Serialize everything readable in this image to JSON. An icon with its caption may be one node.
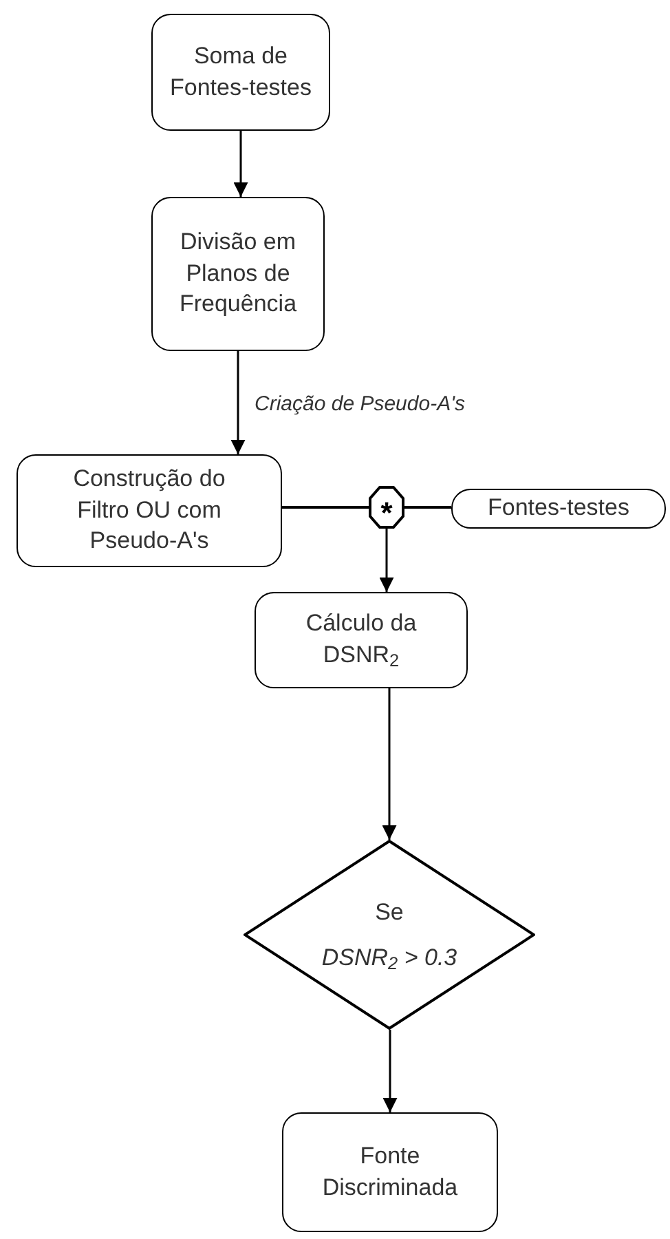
{
  "diagram": {
    "nodes": [
      {
        "text": [
          "Soma de Fontes-testes"
        ]
      },
      {
        "text": [
          "Divisão em Planos de Frequência"
        ]
      },
      {
        "text": [
          "Construção do Filtro OU com Pseudo-A's"
        ]
      },
      {
        "text": [
          "*"
        ]
      },
      {
        "text": [
          "Fontes-testes"
        ]
      },
      {
        "text": [
          "Cálculo da DSNR$_{2}$"
        ]
      },
      {
        "text": [
          "Se",
          "DSNR$_{2}$ > 0.3"
        ]
      },
      {
        "text": [
          "Fonte Discriminada"
        ]
      }
    ],
    "edges": [
      {
        "from": 0,
        "to": 1,
        "arrow": "to"
      },
      {
        "from": 1,
        "to": 2,
        "arrow": "to",
        "label": "Criação de Pseudo-A's"
      },
      {
        "from": 2,
        "to": 3,
        "arrow": "none"
      },
      {
        "from": 4,
        "to": 3,
        "arrow": "none"
      },
      {
        "from": 3,
        "to": 5,
        "arrow": "to"
      },
      {
        "from": 5,
        "to": 6,
        "arrow": "to"
      },
      {
        "from": 6,
        "to": 7,
        "arrow": "to"
      }
    ]
  }
}
